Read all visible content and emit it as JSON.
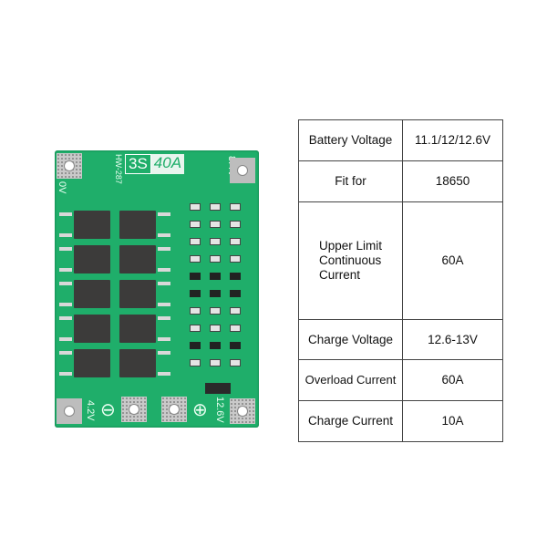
{
  "board": {
    "label_series": "3S",
    "label_current": "40A",
    "model": "HW-287",
    "terminal_0v": "0V",
    "terminal_84v": "8.4V",
    "terminal_42v": "4.2V",
    "terminal_126v": "12.6V",
    "minus_symbol": "⊖",
    "plus_symbol": "⊕",
    "board_color": "#1fae6a"
  },
  "spec_table": {
    "rows": [
      {
        "label": "Battery Voltage",
        "value": "11.1/12/12.6V"
      },
      {
        "label": "Fit for",
        "value": "18650"
      },
      {
        "label_lines": [
          "Upper Limit",
          "Continuous",
          "Current"
        ],
        "value": "60A"
      },
      {
        "label": "Charge Voltage",
        "value": "12.6-13V"
      },
      {
        "label": "Overload Current",
        "value": "60A"
      },
      {
        "label": "Charge Current",
        "value": "10A"
      }
    ]
  }
}
